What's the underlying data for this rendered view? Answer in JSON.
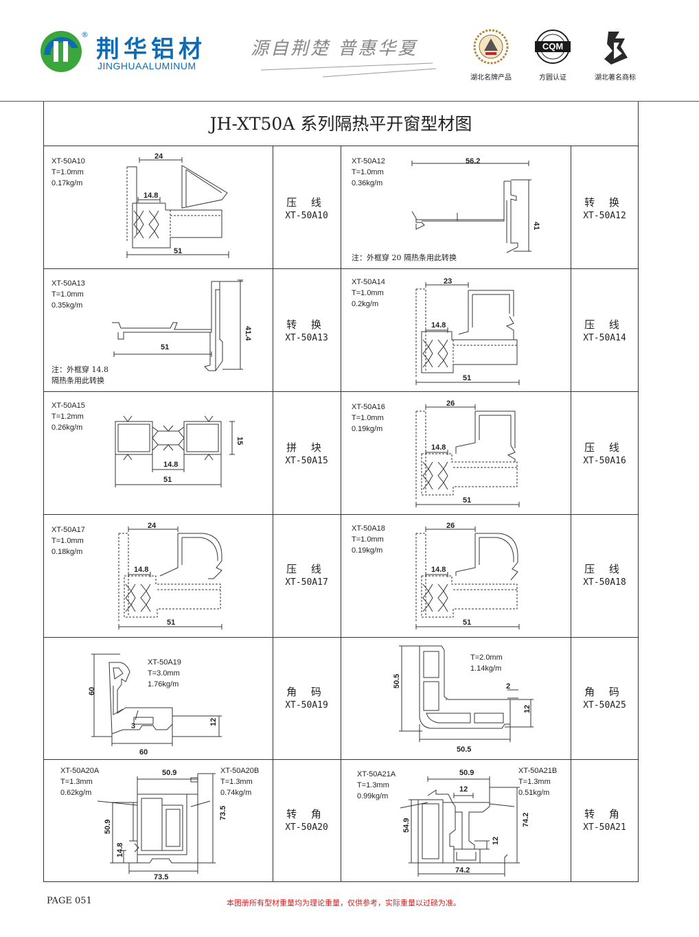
{
  "header": {
    "brand_cn": "荆华铝材",
    "brand_en": "JINGHUAALUMINUM",
    "reg_mark": "®",
    "slogan": "源自荆楚  普惠华夏",
    "badges": [
      {
        "label": "湖北名牌产品"
      },
      {
        "label": "方圆认证",
        "logo_text": "CQM"
      },
      {
        "label": "湖北著名商标"
      }
    ],
    "colors": {
      "brand_blue": "#0e6cb5",
      "brand_green": "#3aa63c"
    }
  },
  "title": "JH-XT50A 系列隔热平开窗型材图",
  "profiles": [
    {
      "code": "XT-50A10",
      "t": "T=1.0mm",
      "w": "0.17kg/m",
      "name": "压 线",
      "name_code": "XT-50A10",
      "dims": [
        "24",
        "14.8",
        "51"
      ]
    },
    {
      "code": "XT-50A12",
      "t": "T=1.0mm",
      "w": "0.36kg/m",
      "name": "转 换",
      "name_code": "XT-50A12",
      "dims": [
        "56.2",
        "41"
      ],
      "note": "注：外框穿 20 隔热条用此转换"
    },
    {
      "code": "XT-50A13",
      "t": "T=1.0mm",
      "w": "0.35kg/m",
      "name": "转 换",
      "name_code": "XT-50A13",
      "dims": [
        "51",
        "41.4"
      ],
      "note1": "注：外框穿 14.8",
      "note2": "隔热条用此转换"
    },
    {
      "code": "XT-50A14",
      "t": "T=1.0mm",
      "w": "0.2kg/m",
      "name": "压 线",
      "name_code": "XT-50A14",
      "dims": [
        "23",
        "14.8",
        "51"
      ]
    },
    {
      "code": "XT-50A15",
      "t": "T=1.2mm",
      "w": "0.26kg/m",
      "name": "拼 块",
      "name_code": "XT-50A15",
      "dims": [
        "15",
        "14.8",
        "51"
      ]
    },
    {
      "code": "XT-50A16",
      "t": "T=1.0mm",
      "w": "0.19kg/m",
      "name": "压 线",
      "name_code": "XT-50A16",
      "dims": [
        "26",
        "14.8",
        "51"
      ]
    },
    {
      "code": "XT-50A17",
      "t": "T=1.0mm",
      "w": "0.18kg/m",
      "name": "压 线",
      "name_code": "XT-50A17",
      "dims": [
        "24",
        "14.8",
        "51"
      ]
    },
    {
      "code": "XT-50A18",
      "t": "T=1.0mm",
      "w": "0.19kg/m",
      "name": "压 线",
      "name_code": "XT-50A18",
      "dims": [
        "26",
        "14.8",
        "51"
      ]
    },
    {
      "code": "XT-50A19",
      "t": "T=3.0mm",
      "w": "1.76kg/m",
      "name": "角 码",
      "name_code": "XT-50A19",
      "dims": [
        "60",
        "3",
        "12",
        "60"
      ]
    },
    {
      "t": "T=2.0mm",
      "w": "1.14kg/m",
      "name": "角 码",
      "name_code": "XT-50A25",
      "dims": [
        "50.5",
        "2",
        "12",
        "50.5"
      ]
    },
    {
      "code_a": "XT-50A20A",
      "t_a": "T=1.3mm",
      "w_a": "0.62kg/m",
      "code_b": "XT-50A20B",
      "t_b": "T=1.3mm",
      "w_b": "0.74kg/m",
      "name": "转 角",
      "name_code": "XT-50A20",
      "dims": [
        "50.9",
        "73.5",
        "50.9",
        "14.8",
        "73.5"
      ]
    },
    {
      "code_a": "XT-50A21A",
      "t_a": "T=1.3mm",
      "w_a": "0.99kg/m",
      "code_b": "XT-50A21B",
      "t_b": "T=1.3mm",
      "w_b": "0.51kg/m",
      "name": "转 角",
      "name_code": "XT-50A21",
      "dims": [
        "50.9",
        "12",
        "54.9",
        "74.2",
        "12",
        "74.2"
      ]
    }
  ],
  "footer": {
    "page": "PAGE 051",
    "disclaimer": "本图册所有型材重量均为理论重量，仅供参考，实际重量以过磅为准。"
  }
}
